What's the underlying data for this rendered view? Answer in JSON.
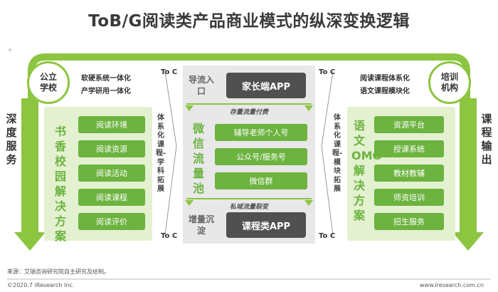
{
  "title": "ToB/G阅读类产品商业模式的纵深变换逻辑",
  "left": {
    "circle": [
      "公立",
      "学校"
    ],
    "side_label": "深度服务",
    "lines": [
      "软硬系统一体化",
      "产学研用一体化"
    ],
    "panel_title": "书香校园解决方案",
    "items": [
      "阅读环境",
      "阅读资源",
      "阅读活动",
      "阅读课程",
      "阅读评价"
    ],
    "vertical_text": "体系化课程-学科拓展"
  },
  "right": {
    "circle": [
      "培训",
      "机构"
    ],
    "side_label": "课程输出",
    "lines": [
      "阅读课程体系化",
      "语文课程模块化"
    ],
    "panel_title": "语文OMO解决方案",
    "items": [
      "资源平台",
      "授课系统",
      "教材教辅",
      "师资培训",
      "招生服务"
    ],
    "vertical_text": "体系化课程-模块拓展"
  },
  "center": {
    "top_label": "导流入口",
    "top_box": "家长端APP",
    "band_top": "存量流量付费",
    "mid_label": "微信流量池",
    "mid_items": [
      "辅导老师个人号",
      "公众号/服务号",
      "微信群"
    ],
    "band_bottom": "私域流量裂变",
    "bottom_label": "增量沉淀",
    "bottom_box": "课程类APP"
  },
  "to_c": [
    "To C",
    "To C",
    "To C",
    "To C"
  ],
  "footer": {
    "source": "来源：艾瑞咨询研究院自主研究及绘制。",
    "copyright": "©2020.7 iResearch Inc.",
    "url": "www.iresearch.com.cn"
  },
  "colors": {
    "green": "#8cc540",
    "dark_green": "#6cb33f",
    "panel": "#e3f1d0",
    "center_panel": "#e8e8e8",
    "dark_box": "#505050"
  }
}
